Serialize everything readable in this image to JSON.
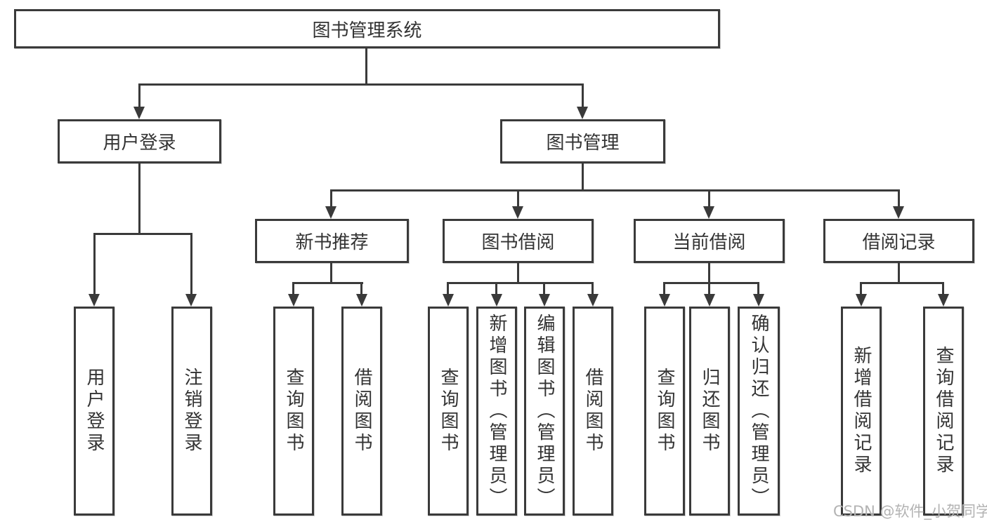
{
  "tree": {
    "label": "图书管理系统",
    "children": [
      {
        "label": "用户登录",
        "children": [
          {
            "label": "用户登录"
          },
          {
            "label": "注销登录"
          }
        ]
      },
      {
        "label": "图书管理",
        "children": [
          {
            "label": "新书推荐",
            "children": [
              {
                "label": "查询图书"
              },
              {
                "label": "借阅图书"
              }
            ]
          },
          {
            "label": "图书借阅",
            "children": [
              {
                "label": "查询图书"
              },
              {
                "label": "新增图书（管理员）"
              },
              {
                "label": "编辑图书（管理员）"
              },
              {
                "label": "借阅图书"
              }
            ]
          },
          {
            "label": "当前借阅",
            "children": [
              {
                "label": "查询图书"
              },
              {
                "label": "归还图书"
              },
              {
                "label": "确认归还（管理员）"
              }
            ]
          },
          {
            "label": "借阅记录",
            "children": [
              {
                "label": "新增借阅记录"
              },
              {
                "label": "查询借阅记录"
              }
            ]
          }
        ]
      }
    ]
  },
  "watermark": {
    "text": "CSDN @软件_小贺同学"
  },
  "colors": {
    "line": "#3a3a3a",
    "text": "#333333",
    "watermark": "#b3b3b3",
    "background": "#ffffff"
  }
}
